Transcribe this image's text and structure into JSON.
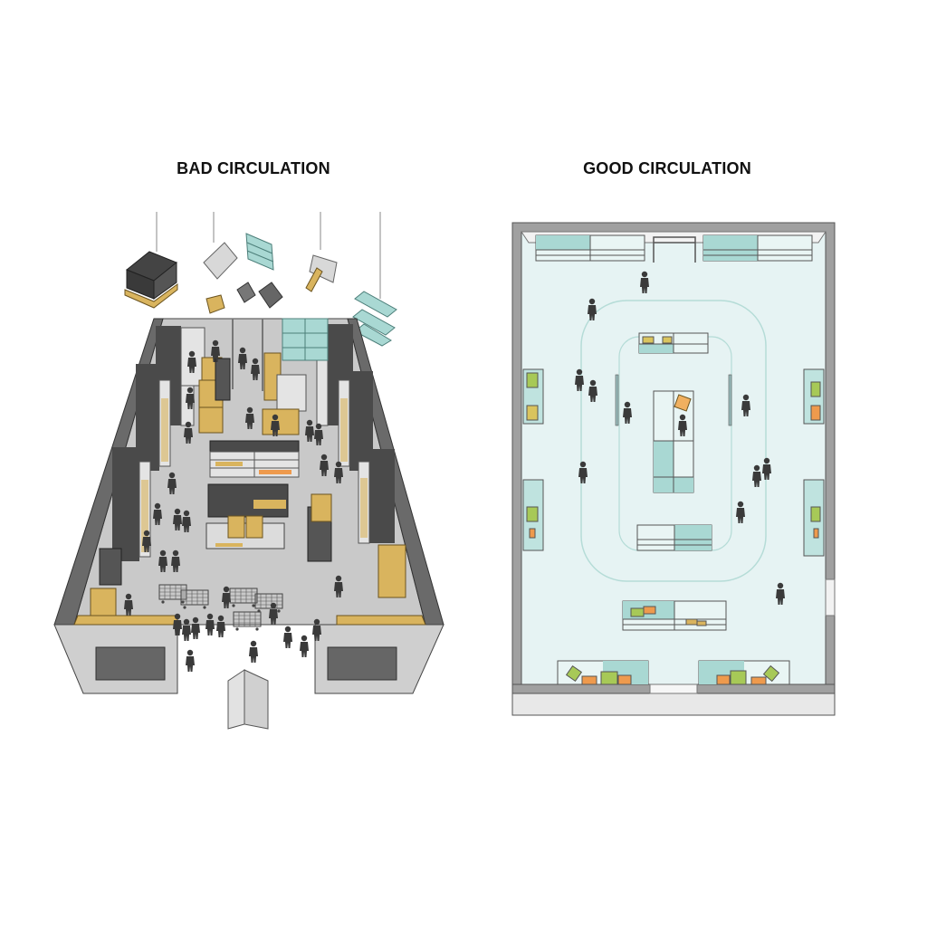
{
  "panels": {
    "bad": {
      "title": "BAD CIRCULATION",
      "description": "Isometric cluttered store: hanging fixtures, crowded aisles, shopping carts blocking the entrance, narrow swing door"
    },
    "good": {
      "title": "GOOD CIRCULATION",
      "description": "Top-down floor plan: perimeter wall displays, central island, looped circulation path, wide entrance, evenly spaced shoppers"
    }
  },
  "colors": {
    "floor_bad": "#c9c9c9",
    "wall_dark": "#555555",
    "wall_light": "#9a9a9a",
    "wood": "#d9b45e",
    "glass_teal": "#a9d8d3",
    "floor_good": "#e6f3f3",
    "path_line": "#b5dcd7",
    "product_green": "#a7c957",
    "product_orange": "#ee9a4d",
    "person": "#3a3a3a"
  }
}
